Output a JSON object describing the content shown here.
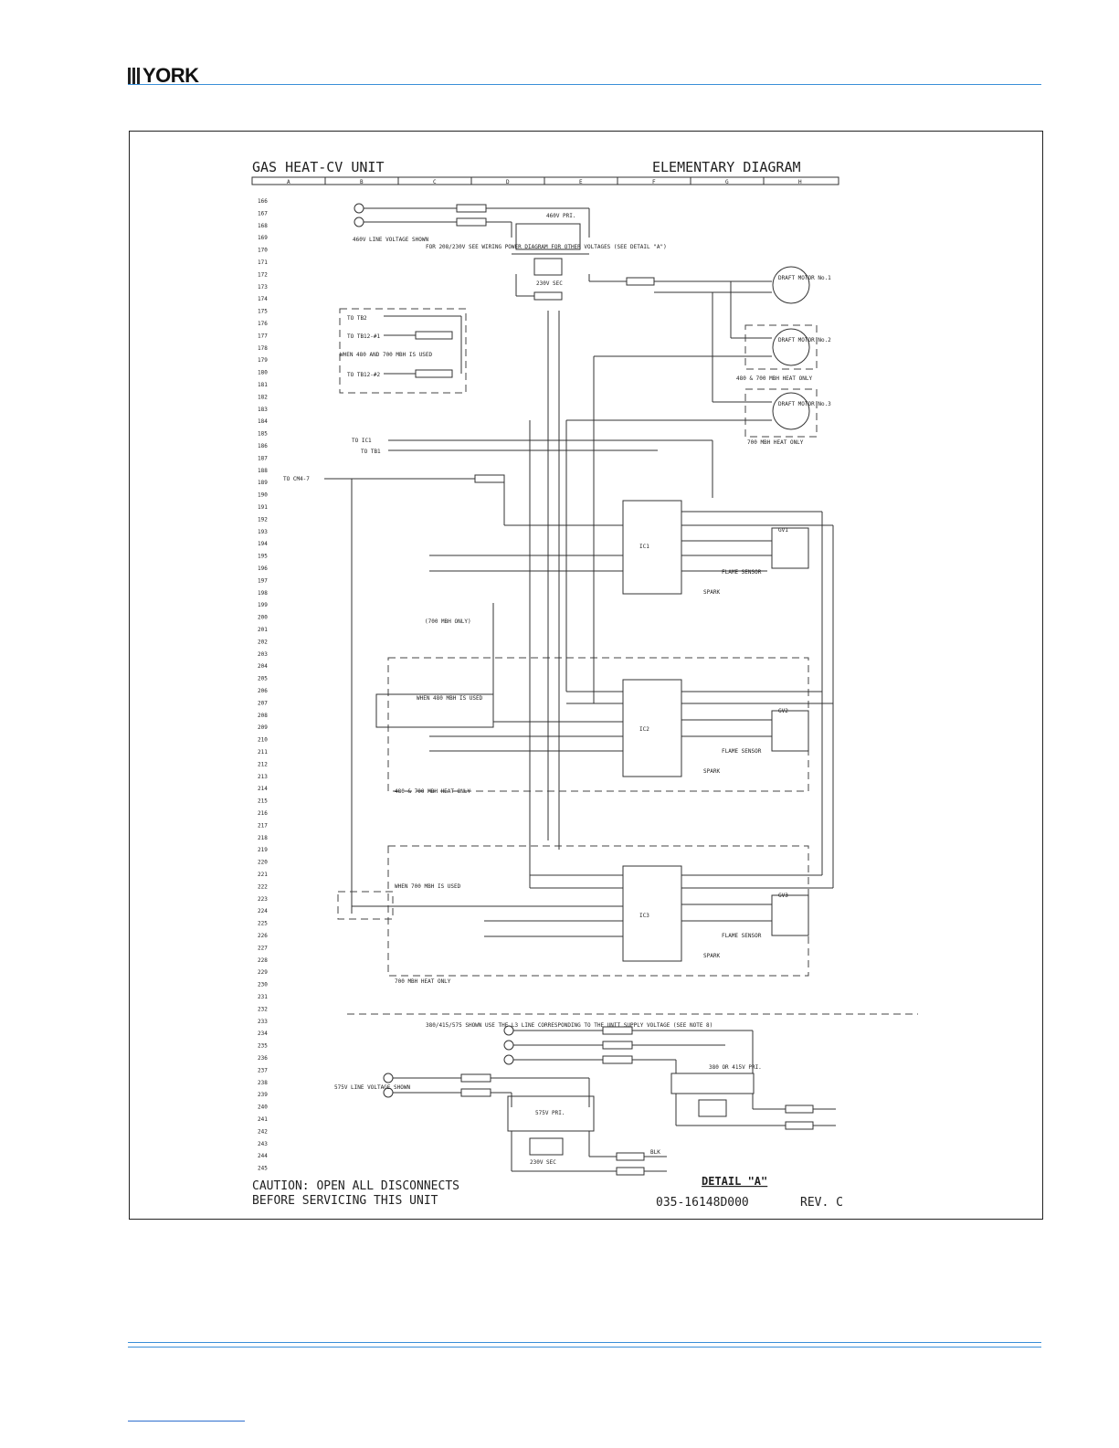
{
  "header": {
    "brand": "YORK"
  },
  "diagram": {
    "title_left": "GAS HEAT-CV UNIT",
    "title_right": "ELEMENTARY DIAGRAM",
    "grid_letters": [
      "A",
      "B",
      "C",
      "D",
      "E",
      "F",
      "G",
      "H"
    ],
    "line_numbers": [
      "166",
      "167",
      "168",
      "169",
      "170",
      "171",
      "172",
      "173",
      "174",
      "175",
      "176",
      "177",
      "178",
      "179",
      "180",
      "181",
      "182",
      "183",
      "184",
      "185",
      "186",
      "187",
      "188",
      "189",
      "190",
      "191",
      "192",
      "193",
      "194",
      "195",
      "196",
      "197",
      "198",
      "199",
      "200",
      "201",
      "202",
      "203",
      "204",
      "205",
      "206",
      "207",
      "208",
      "209",
      "210",
      "211",
      "212",
      "213",
      "214",
      "215",
      "216",
      "217",
      "218",
      "219",
      "220",
      "221",
      "222",
      "223",
      "224",
      "225",
      "226",
      "227",
      "228",
      "229",
      "230",
      "231",
      "232",
      "233",
      "234",
      "235",
      "236",
      "237",
      "238",
      "239",
      "240",
      "241",
      "242",
      "243",
      "244",
      "245"
    ],
    "caution_line1": "CAUTION: OPEN ALL DISCONNECTS",
    "caution_line2": "BEFORE SERVICING THIS UNIT",
    "detail_label": "DETAIL \"A\"",
    "drawing_number": "035-16148D000",
    "revision": "REV. C",
    "labels": {
      "line_voltage_460": "460V LINE VOLTAGE SHOWN",
      "note_208": "FOR 208/230V SEE WIRING POWER DIAGRAM FOR OTHER VOLTAGES (SEE DETAIL \"A\")",
      "xfmr_pri": "460V PRI.",
      "xfmr_sec": "230V SEC",
      "to_tb2": "TO TB2",
      "to_tb12_1": "TO TB12-#1",
      "to_tb12_2": "TO TB12-#2",
      "when_480_700": "WHEN 480 AND 700 MBH IS USED",
      "draft_motor_1": "DRAFT MOTOR No.1",
      "draft_motor_2": "DRAFT MOTOR No.2",
      "draft_motor_3": "DRAFT MOTOR No.3",
      "only_480_700": "480 & 700 MBH HEAT ONLY",
      "only_700": "700 MBH HEAT ONLY",
      "to_cm": "TO CM4-7",
      "to_ic1": "TO IC1",
      "to_tb1": "TO TB1",
      "only_700_note": "(700 MBH ONLY)",
      "when_480": "WHEN 480 MBH IS USED",
      "when_700": "WHEN 700 MBH IS USED",
      "only_480_700_b": "480 & 700 MBH HEAT ONLY",
      "only_700_b": "700 MBH HEAT ONLY",
      "spark": "SPARK",
      "flame_sensor": "FLAME SENSOR",
      "ic1": "IC1",
      "ic2": "IC2",
      "ic3": "IC3",
      "gv1": "GV1",
      "gv2": "GV2",
      "gv3": "GV3",
      "detail_note": "380/415/575 SHOWN USE THE L3 LINE CORRESPONDING TO THE UNIT SUPPLY VOLTAGE (SEE NOTE 8)",
      "line_575": "575V LINE VOLTAGE SHOWN",
      "xfmr_575": "575V PRI.",
      "xfmr_230": "230V SEC",
      "xfmr_380": "380 OR 415V PRI.",
      "blk": "BLK"
    }
  }
}
